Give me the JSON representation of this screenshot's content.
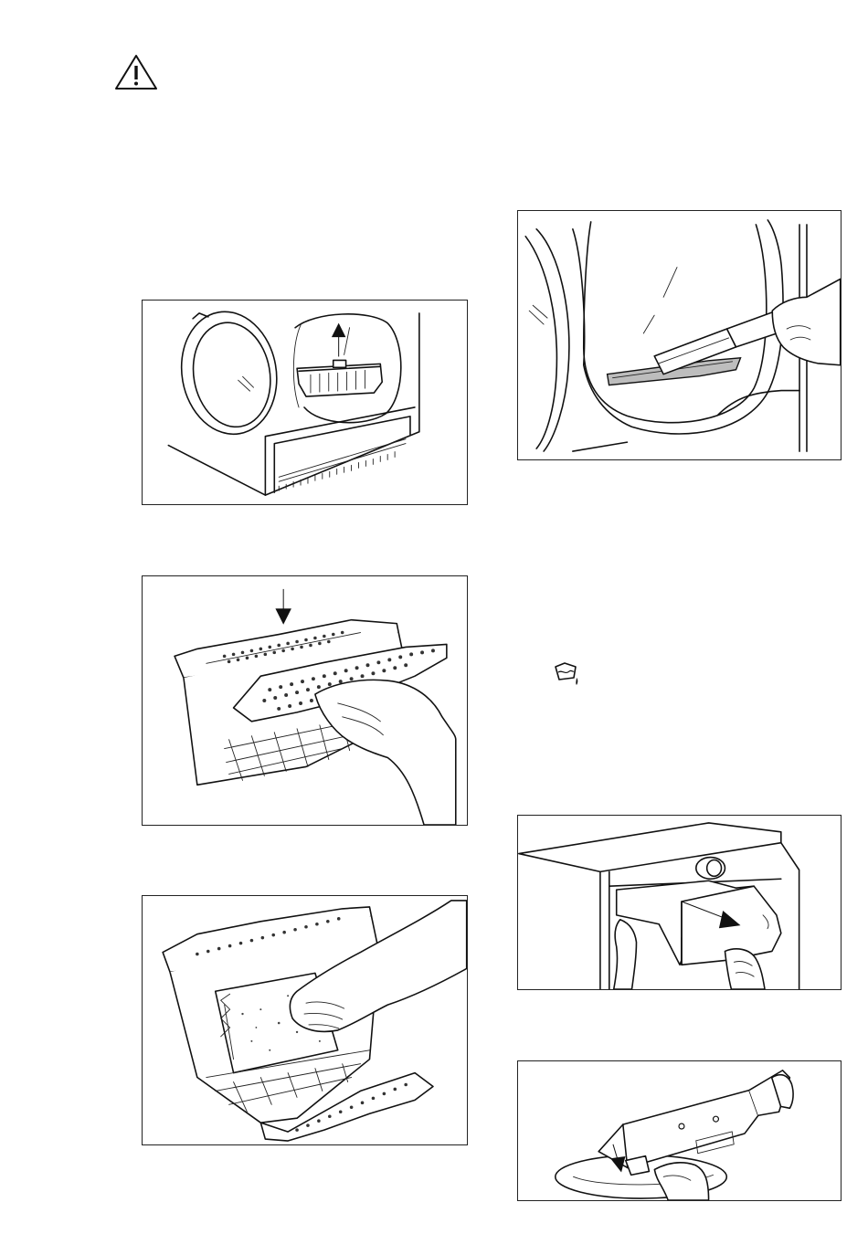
{
  "page": {
    "warning_icon": "warning-triangle-icon",
    "condenser_water_icon": "container-drop-icon"
  },
  "illustrations": {
    "left": [
      {
        "name": "remove-filter-illustration",
        "icon": "up-arrow-icon"
      },
      {
        "name": "open-filter-illustration",
        "icon": "down-arrow-icon"
      },
      {
        "name": "clean-filter-illustration",
        "icon": "hand-icon"
      }
    ],
    "right": [
      {
        "name": "vacuum-filter-housing-illustration",
        "icon": "vacuum-nozzle-icon"
      },
      {
        "name": "pull-out-water-container-illustration",
        "icon": "arrow-out-icon"
      },
      {
        "name": "empty-water-container-illustration",
        "icon": "down-arrow-icon"
      }
    ]
  }
}
